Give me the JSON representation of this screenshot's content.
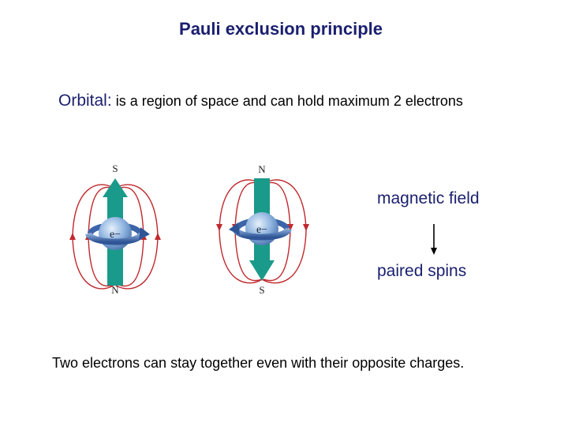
{
  "slide": {
    "title": "Pauli exclusion principle",
    "orbital_term": "Orbital:",
    "orbital_definition": " is a region of space and can hold maximum 2 electrons",
    "magnetic_field_label": "magnetic field",
    "paired_spins_label": "paired spins",
    "caption": "Two electrons can stay together even with their opposite charges."
  },
  "figure": {
    "left_electron": {
      "top_pole": "S",
      "bottom_pole": "N",
      "label": "e−"
    },
    "right_electron": {
      "top_pole": "N",
      "bottom_pole": "S",
      "label": "e−"
    }
  },
  "colors": {
    "heading": "#1a1f6e",
    "field_lines": "#c0282d",
    "moment_arrow": "#1a9a8a",
    "electron_sphere": "#7fa7d6",
    "spin_arrow": "#3c64a8"
  }
}
